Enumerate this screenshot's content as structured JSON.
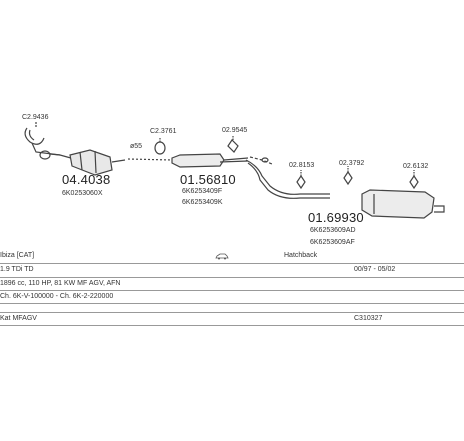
{
  "parts": {
    "clamp_left": "C2.9436",
    "catalyst_num": "04.4038",
    "catalyst_oem": "6K0253060X",
    "diameter": "ø55",
    "clamp_mid": "C2.3761",
    "bracket_mid": "02.9545",
    "center_num": "01.56810",
    "center_oem_1": "6K6253409F",
    "center_oem_2": "6K6253409K",
    "hanger_1": "02.8153",
    "hanger_2": "02.3792",
    "hanger_3": "02.6132",
    "rear_num": "01.69930",
    "rear_oem_1": "6K6253609AD",
    "rear_oem_2": "6K6253609AF"
  },
  "rows": {
    "r1_left": "Ibiza [CAT]",
    "r1_right": "Hatchback",
    "r2_left": "1.9 TDi TD",
    "r2_right": "00/97 - 05/02",
    "r3_left": "1896 cc, 110 HP, 81 KW MF AGV, AFN",
    "r4_left": "Ch. 6K-V-100000 - Ch. 6K-2-220000",
    "r5_left": "Kat MFAGV",
    "r5_right": "C310327"
  }
}
